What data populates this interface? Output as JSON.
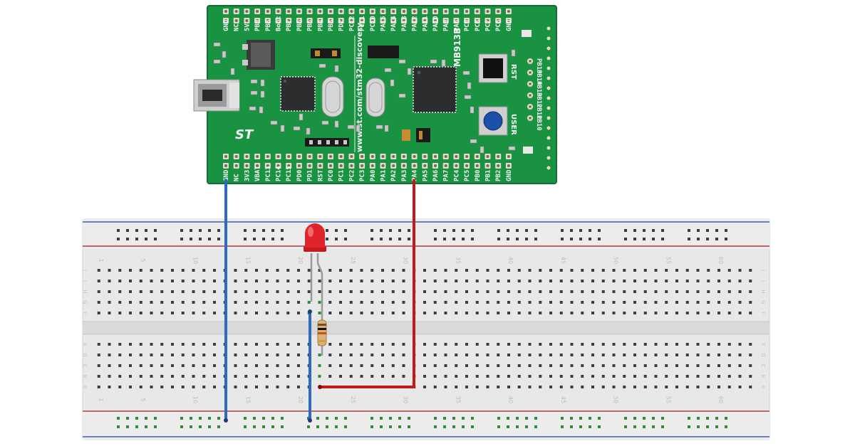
{
  "board": {
    "part_number": "MB913B",
    "url_text": "www.st.com/stm32-discovery",
    "logo_text": "ST",
    "reset_label": "RST",
    "user_label": "USER",
    "top_pins": [
      "GND",
      "NC",
      "5V",
      "PB9",
      "PB8",
      "Boot",
      "PB7",
      "PB6",
      "PB5",
      "PB4",
      "PB3",
      "PD2",
      "PC12",
      "PC11",
      "PC10",
      "PA15",
      "PA14",
      "PA13",
      "PA12",
      "PA11",
      "PA10",
      "PA9",
      "PA8",
      "PC9",
      "PC8",
      "PC7",
      "PC6",
      "GND"
    ],
    "bottom_pins": [
      "GND",
      "NC",
      "3V3",
      "VBAT",
      "PC13",
      "PC14",
      "PC15",
      "PD0",
      "PD1",
      "RST",
      "PC0",
      "PC1",
      "PC2",
      "PC3",
      "PA0",
      "PA1",
      "PA2",
      "PA3",
      "PA4",
      "PA5",
      "PA6",
      "PA7",
      "PC4",
      "PC5",
      "PB0",
      "PB1",
      "PB2",
      "GND"
    ],
    "right_pins": [
      "PB15",
      "PB14",
      "PB13",
      "PB12",
      "PB11",
      "PB10"
    ],
    "colors": {
      "pcb": "#199242",
      "pcb_dark": "#0f6e30",
      "pad": "#e6dcc4",
      "chip": "#2b2d2f",
      "button_blue": "#1d4ea8"
    }
  },
  "breadboard": {
    "column_numbers": [
      "1",
      "5",
      "10",
      "15",
      "20",
      "25",
      "30",
      "35",
      "40",
      "45",
      "50",
      "55",
      "60"
    ],
    "rows_upper": [
      "J",
      "I",
      "H",
      "G",
      "F"
    ],
    "rows_lower": [
      "E",
      "D",
      "C",
      "B",
      "A"
    ],
    "colors": {
      "body": "#e9e9e9",
      "rail_red": "#b23a3a",
      "rail_blue": "#3a5fb0",
      "hole": "#3d3d3d",
      "hole_connected": "#2e8b3a"
    }
  },
  "components": {
    "led": {
      "color_name": "red",
      "color": "#e0242b"
    },
    "resistor": {
      "body": "#d9b27a",
      "bands": [
        "#7a4a20",
        "#111111",
        "#c9521b",
        "#c8a13a"
      ]
    }
  },
  "wires": [
    {
      "id": "gnd-wire",
      "from_pin": "GND",
      "color": "#2b6bc7"
    },
    {
      "id": "signal-wire",
      "from_pin": "PA4",
      "color": "#c21a1a"
    },
    {
      "id": "resistor-ground-wire",
      "color": "#2b6bc7"
    }
  ]
}
